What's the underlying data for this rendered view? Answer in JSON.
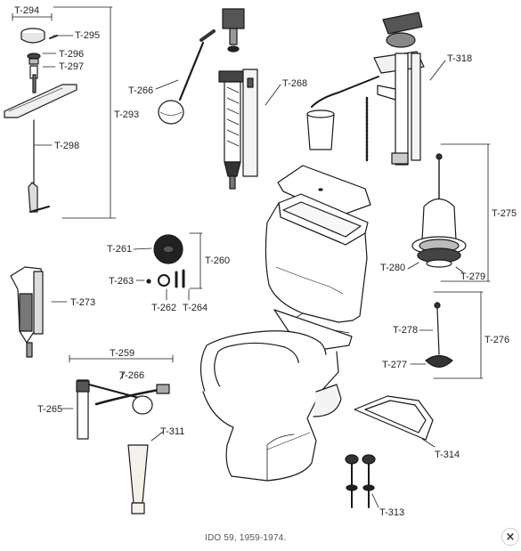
{
  "labels": {
    "t294": "T-294",
    "t295": "T-295",
    "t296": "T-296",
    "t297": "T-297",
    "t266a": "T-266",
    "t268": "T-268",
    "t293": "T-293",
    "t298": "T-298",
    "t318": "T-318",
    "t275": "T-275",
    "t280": "T-280",
    "t279": "T-279",
    "t261": "T-261",
    "t260": "T-260",
    "t263": "T-263",
    "t262": "T-262",
    "t264": "T-264",
    "t273": "T-273",
    "t259": "T-259",
    "t266b": "T-266",
    "t265": "T-265",
    "t311": "T-311",
    "t278": "T-278",
    "t276": "T-276",
    "t277": "T-277",
    "t314": "T-314",
    "t313": "T-313"
  },
  "caption": "IDO 59, 1959-1974.",
  "close_glyph": "×",
  "colors": {
    "ink": "#1a1a1a",
    "background": "#ffffff"
  }
}
